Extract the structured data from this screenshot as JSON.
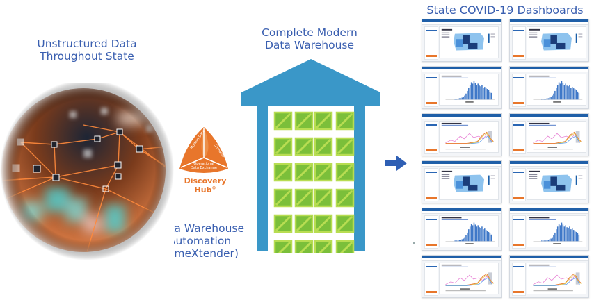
{
  "labels": {
    "unstructured": [
      "Unstructured Data",
      "Throughout State"
    ],
    "warehouse": [
      "Complete Modern",
      "Data Warehouse"
    ],
    "dashboards": "State COVID-19 Dashboards",
    "automation": [
      "Data Warehouse",
      "Automation",
      "(TimeXtender)"
    ]
  },
  "discovery_hub": {
    "name": "Discovery Hub",
    "trademark": "®",
    "segments": [
      "Modern Data Warehouse",
      "Semantic Models",
      "Operational Data Exchange"
    ]
  },
  "warehouse": {
    "rows": 6,
    "cols": 4
  },
  "dashboards": {
    "layout_rows": [
      "map",
      "bar",
      "line",
      "map",
      "bar",
      "line"
    ],
    "columns": 2
  },
  "colors": {
    "label_text": "#3a5fb0",
    "warehouse_blue": "#3a97c8",
    "crate_green": "#7bbf3a",
    "crate_light": "#b8dd52",
    "hub_orange": "#e8762b",
    "arrow_blue": "#2f5fb4",
    "dash_header": "#1f5fa8"
  }
}
